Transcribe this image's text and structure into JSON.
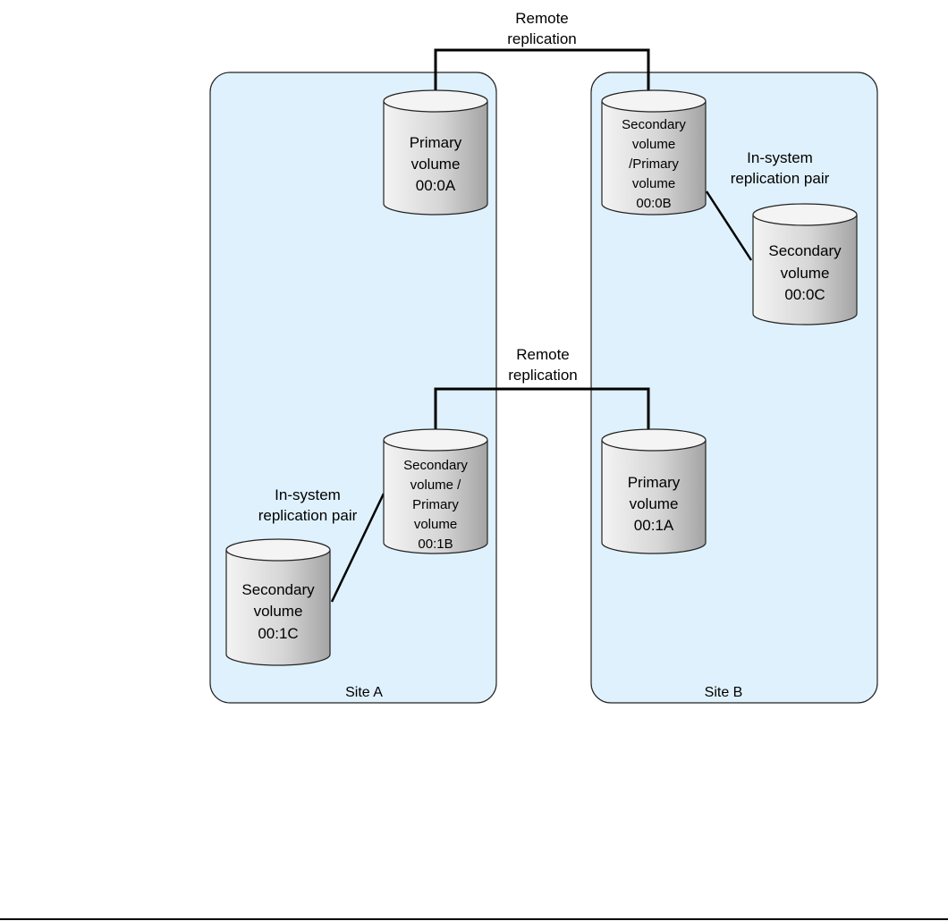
{
  "colors": {
    "site_fill": "#dff1fc",
    "site_stroke": "#222222",
    "cylinder_light": "#f2f2f2",
    "cylinder_dark": "#a9a9a9",
    "line": "#000000"
  },
  "sites": {
    "a": {
      "label": "Site A"
    },
    "b": {
      "label": "Site B"
    }
  },
  "remote_replication": {
    "top": [
      "Remote",
      "replication"
    ],
    "middle": [
      "Remote",
      "replication"
    ]
  },
  "in_system_pairs": {
    "site_b": [
      "In-system",
      "replication pair"
    ],
    "site_a": [
      "In-system",
      "replication pair"
    ]
  },
  "volumes": {
    "v00_0A": [
      "Primary",
      "volume",
      "00:0A"
    ],
    "v00_0B": [
      "Secondary",
      "volume",
      "/Primary",
      "volume",
      "00:0B"
    ],
    "v00_0C": [
      "Secondary",
      "volume",
      "00:0C"
    ],
    "v00_1B": [
      "Secondary",
      "volume /",
      "Primary",
      "volume",
      "00:1B"
    ],
    "v00_1C": [
      "Secondary",
      "volume",
      "00:1C"
    ],
    "v00_1A": [
      "Primary",
      "volume",
      "00:1A"
    ]
  }
}
